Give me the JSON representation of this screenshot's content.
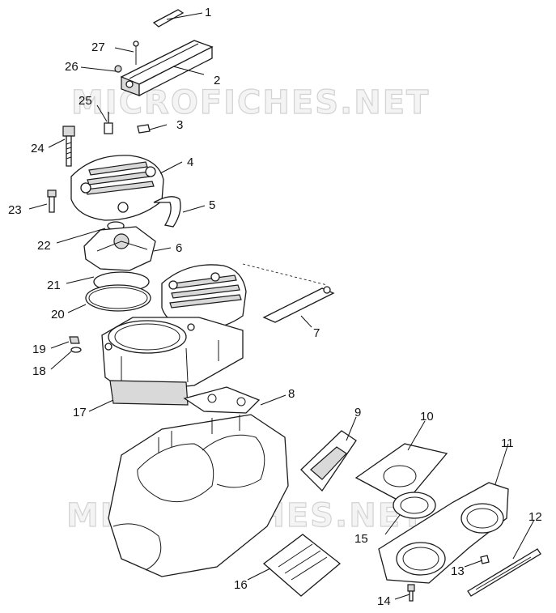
{
  "watermark": {
    "text_top": "MICROFICHES.NET",
    "text_bottom": "MICROFICHES.NET"
  },
  "callouts": {
    "c1": "1",
    "c2": "2",
    "c3": "3",
    "c4": "4",
    "c5": "5",
    "c6": "6",
    "c7": "7",
    "c8": "8",
    "c9": "9",
    "c10": "10",
    "c11": "11",
    "c12": "12",
    "c13": "13",
    "c14": "14",
    "c15": "15",
    "c16": "16",
    "c17": "17",
    "c18": "18",
    "c19": "19",
    "c20": "20",
    "c21": "21",
    "c22": "22",
    "c23": "23",
    "c24": "24",
    "c25": "25",
    "c26": "26",
    "c27": "27"
  }
}
